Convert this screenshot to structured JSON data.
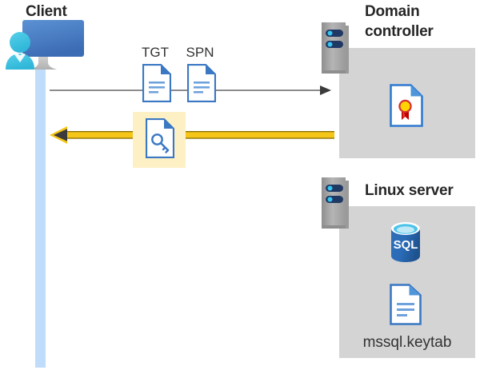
{
  "diagram": {
    "title_client": "Client",
    "title_domain_controller": "Domain controller",
    "title_linux_server": "Linux server",
    "labels": {
      "tgt": "TGT",
      "spn": "SPN",
      "keytab_file": "mssql.keytab"
    },
    "icons": {
      "client": "client-computer-user-icon",
      "tgt_doc": "document-icon",
      "spn_doc": "document-icon",
      "key_doc": "key-document-icon",
      "certificate": "certificate-document-icon",
      "sql_database": "sql-database-icon",
      "keytab_doc": "document-icon",
      "dc_rack": "server-rack-icon",
      "linux_rack": "server-rack-icon"
    },
    "arrows": {
      "request": {
        "name": "request-arrow",
        "direction": "right",
        "style": "thin-gray-line"
      },
      "response": {
        "name": "response-arrow",
        "direction": "left",
        "style": "thick-yellow-line"
      }
    },
    "colors": {
      "panel_gray": "#d4d4d4",
      "lifeline_blue": "#bfdcfb",
      "highlight_yellow": "#fdf0c5",
      "arrow_yellow": "#f2b705",
      "arrow_gray": "#595959",
      "doc_blue": "#3a78c3",
      "title_text": "#262626",
      "sql_blue": "#2f6fb5",
      "rack_gray": "#a3a3a3",
      "rack_bar_navy": "#1f3864",
      "rack_dot_cyan": "#37c6f0"
    }
  }
}
